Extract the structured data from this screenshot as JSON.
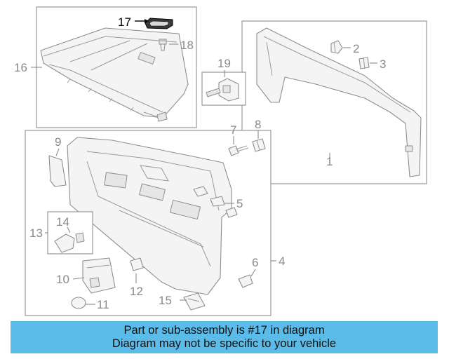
{
  "diagram": {
    "callouts": {
      "c1": "1",
      "c2": "2",
      "c3": "3",
      "c4": "4",
      "c5": "5",
      "c6": "6",
      "c7": "7",
      "c8": "8",
      "c9": "9",
      "c10": "10",
      "c11": "11",
      "c12": "12",
      "c13": "13",
      "c14": "14",
      "c15": "15",
      "c16": "16",
      "c17": "17",
      "c18": "18",
      "c19": "19"
    },
    "highlight_color": "#000000",
    "line_color": "#8a8a8a"
  },
  "banner": {
    "line1": "Part or sub-assembly is #17 in diagram",
    "line2": "Diagram may not be specific to your vehicle",
    "background_color": "#5bbbe9"
  }
}
